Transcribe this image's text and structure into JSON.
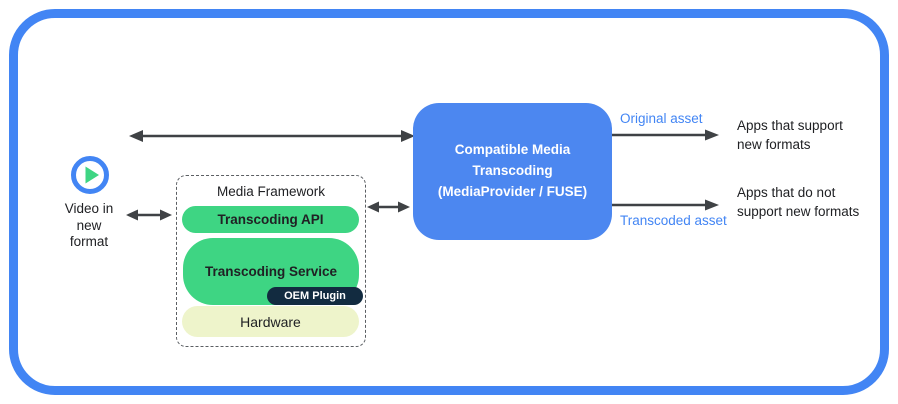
{
  "source": {
    "label": "Video in\nnew\nformat"
  },
  "media_framework": {
    "title": "Media Framework",
    "layers": [
      {
        "label": "Transcoding API"
      },
      {
        "label": "Transcoding Service"
      },
      {
        "label": "OEM Plugin"
      },
      {
        "label": "Hardware"
      }
    ]
  },
  "transcoder": {
    "label": "Compatible Media\nTranscoding\n(MediaProvider / FUSE)"
  },
  "outputs": {
    "original": {
      "label": "Original asset",
      "target": "Apps that support\nnew formats"
    },
    "transcoded": {
      "label": "Transcoded asset",
      "target": "Apps that do not\nsupport new formats"
    }
  },
  "icons": {
    "play": "play-icon"
  },
  "colors": {
    "border_blue": "#4285f4",
    "box_blue": "#4c87f0",
    "label_blue": "#4285f4",
    "green": "#3ed583",
    "hardware_cream": "#eef4cb",
    "oem_navy": "#122b40",
    "arrow_gray": "#3f4245",
    "text_dark": "#202124"
  }
}
